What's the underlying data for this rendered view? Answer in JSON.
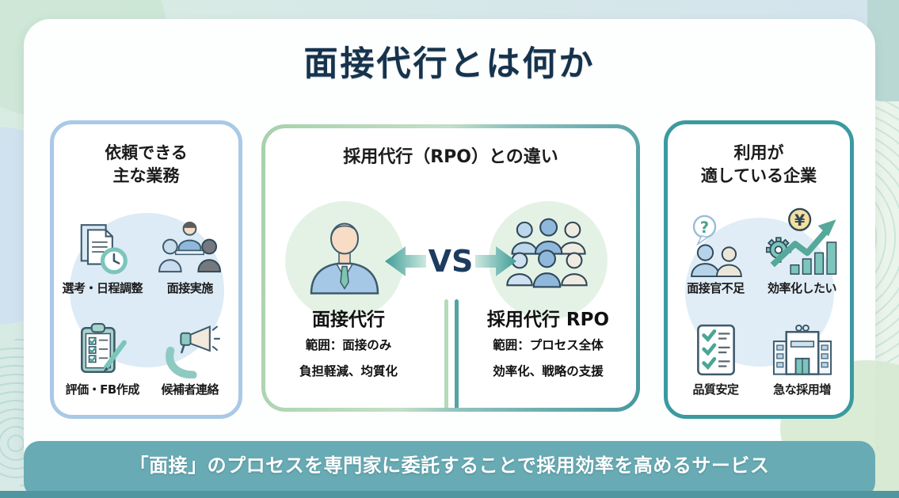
{
  "title": "面接代行とは何か",
  "panels": {
    "tasks": {
      "title_line1": "依頼できる",
      "title_line2": "主な業務",
      "items": [
        {
          "label": "選考・日程調整",
          "icon": "documents-clock-icon"
        },
        {
          "label": "面接実施",
          "icon": "interview-icon"
        },
        {
          "label": "評価・FB作成",
          "icon": "clipboard-pen-icon"
        },
        {
          "label": "候補者連絡",
          "icon": "phone-megaphone-icon"
        }
      ]
    },
    "comparison": {
      "title": "採用代行（RPO）との違い",
      "vs_label": "VS",
      "left": {
        "name": "面接代行",
        "lines": [
          "範囲：面接のみ",
          "負担軽減、均質化"
        ],
        "icon": "businessman-icon"
      },
      "right": {
        "name": "採用代行 RPO",
        "lines": [
          "範囲：プロセス全体",
          "効率化、戦略の支援"
        ],
        "icon": "people-group-icon"
      }
    },
    "companies": {
      "title_line1": "利用が",
      "title_line2": "適している企業",
      "items": [
        {
          "label": "面接官不足",
          "icon": "interviewer-shortage-icon"
        },
        {
          "label": "効率化したい",
          "icon": "efficiency-chart-icon"
        },
        {
          "label": "品質安定",
          "icon": "quality-checklist-icon"
        },
        {
          "label": "急な採用増",
          "icon": "office-building-icon"
        }
      ]
    }
  },
  "footer": {
    "text": "「面接」のプロセスを専門家に委託することで採用効率を高めるサービス"
  },
  "colors": {
    "title_navy": "#16334d",
    "tasks_border_blue": "#a9c9e6",
    "companies_border_teal": "#3a9aa0",
    "comparison_gradient_green": "#a7d1ab",
    "comparison_gradient_teal": "#47989e",
    "banner_teal": "#68abb4",
    "bottom_strip_teal": "#4f96a1",
    "icon_teal": "#7cc5bc",
    "vs_navy": "#1d3b5e"
  }
}
